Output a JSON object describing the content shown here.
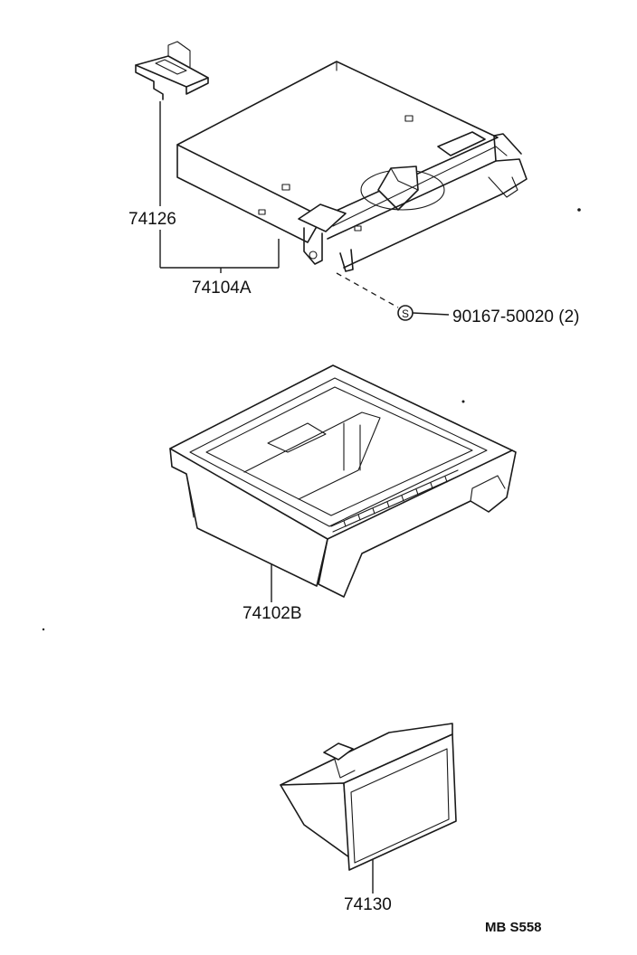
{
  "parts": {
    "clip": "74126",
    "bracket": "74104A",
    "screw": "90167-50020 (2)",
    "screw_symbol": "S",
    "receptacle": "74102B",
    "ashtray": "74130"
  },
  "drawing_code": "MB S558"
}
